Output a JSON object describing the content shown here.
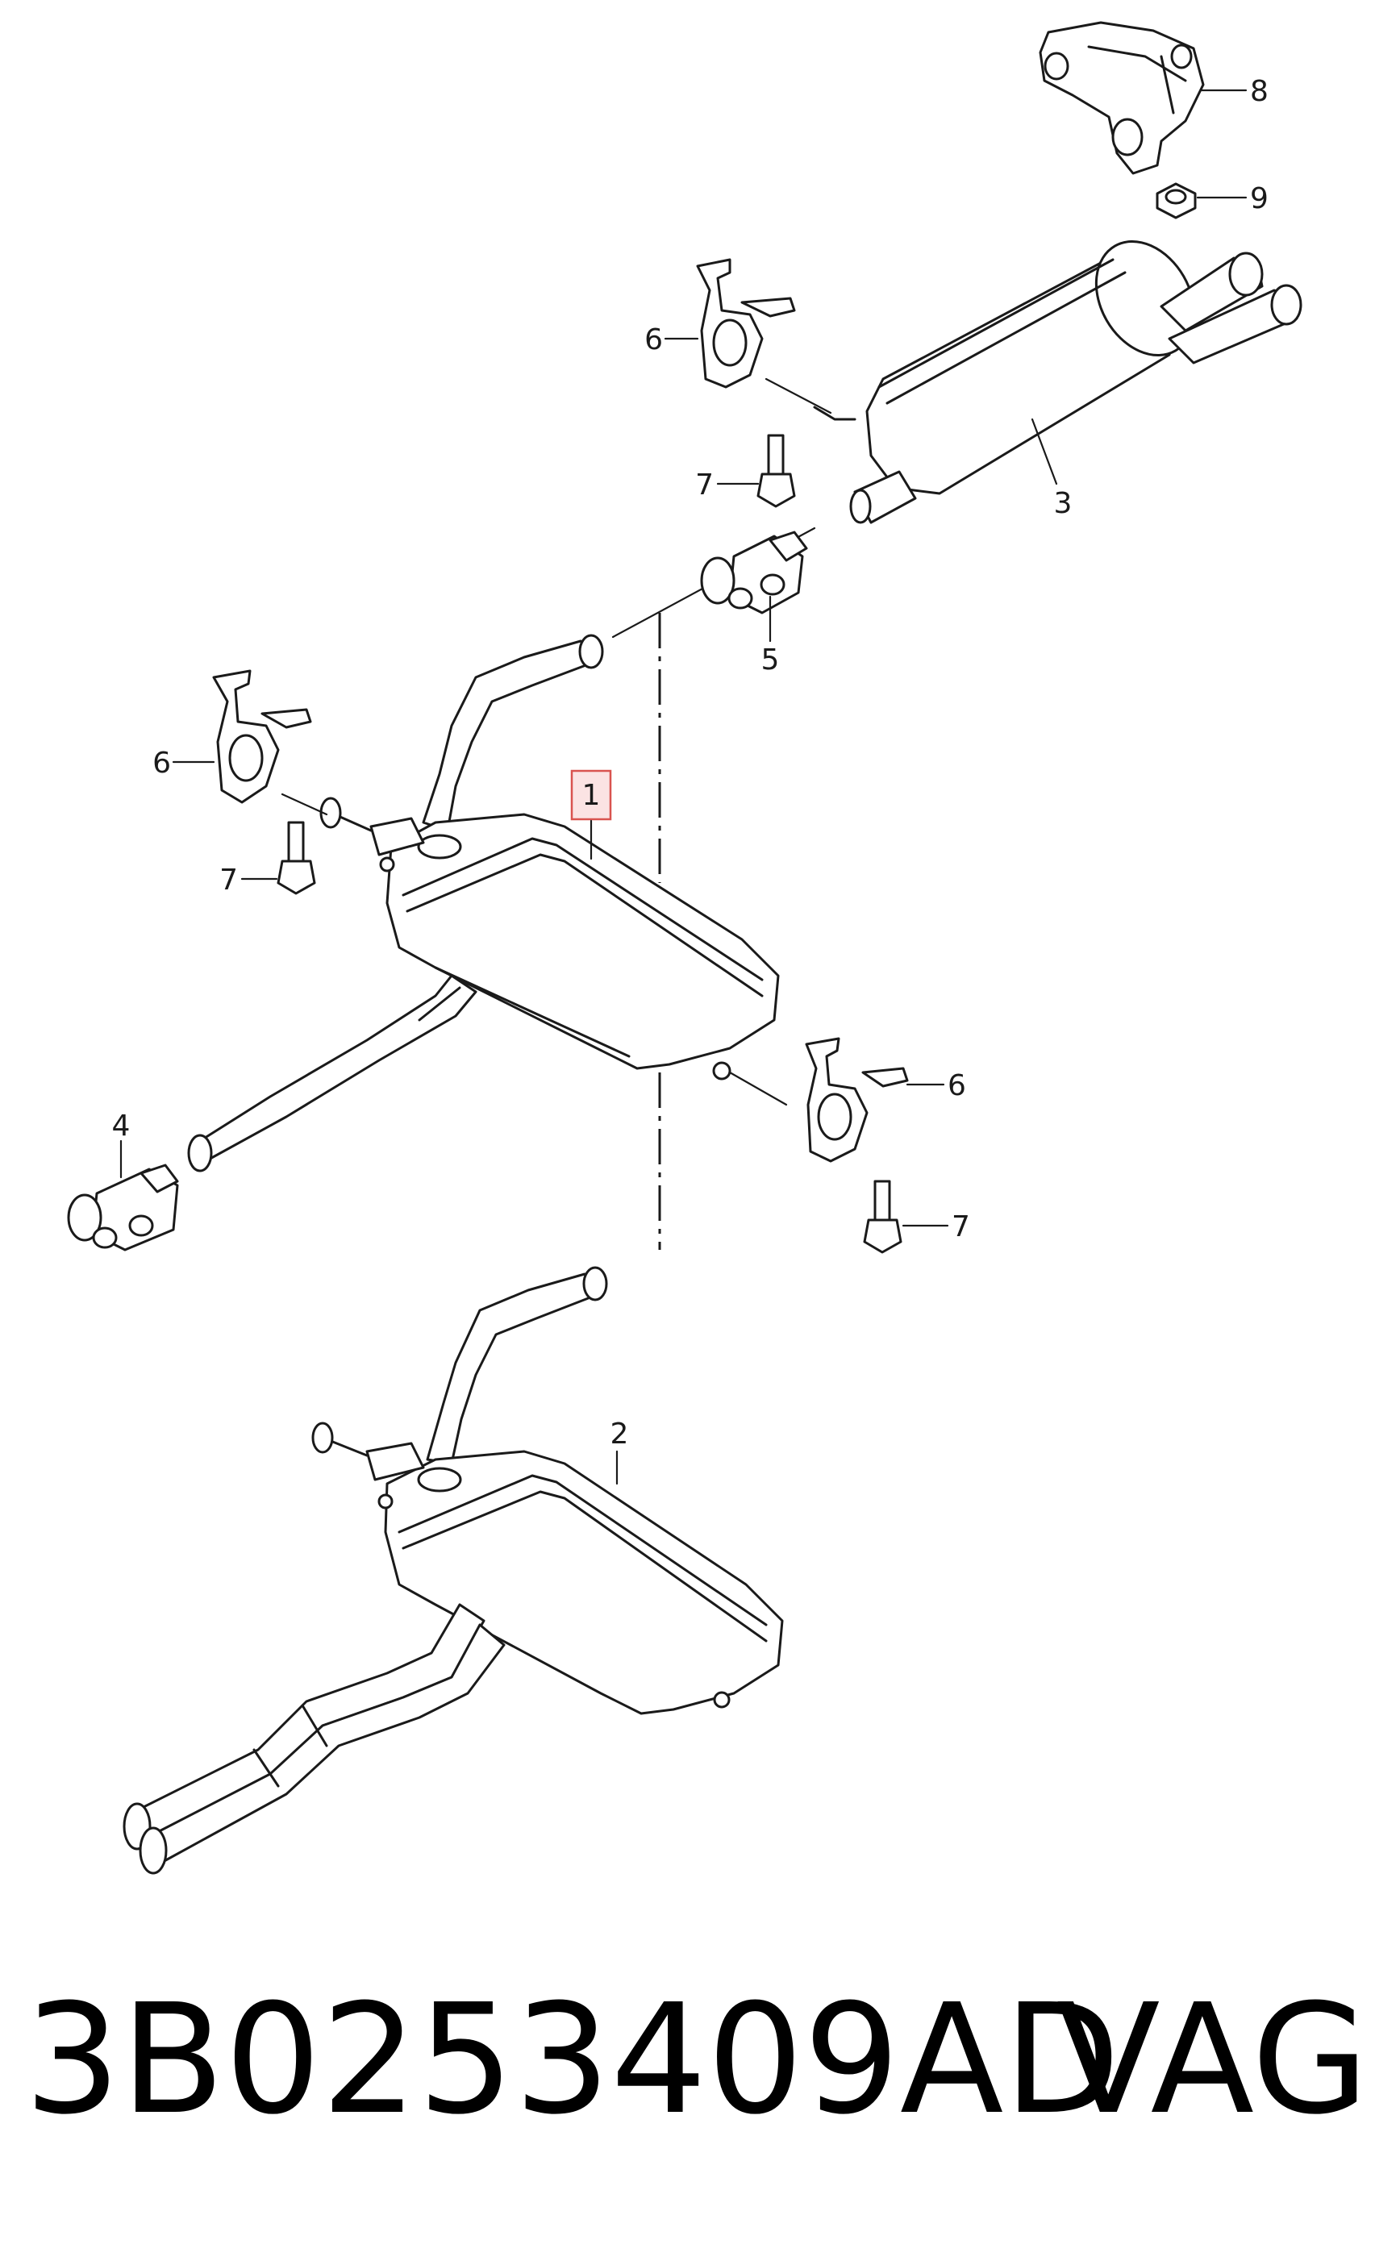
{
  "diagram": {
    "callouts": {
      "c1": "1",
      "c2": "2",
      "c3": "3",
      "c4": "4",
      "c5": "5",
      "c6a": "6",
      "c6b": "6",
      "c6c": "6",
      "c7a": "7",
      "c7b": "7",
      "c7c": "7",
      "c8": "8",
      "c9": "9"
    },
    "highlight_color": "#d9534f"
  },
  "footer": {
    "part_number": "3B0253409AD",
    "brand": "VAG"
  }
}
